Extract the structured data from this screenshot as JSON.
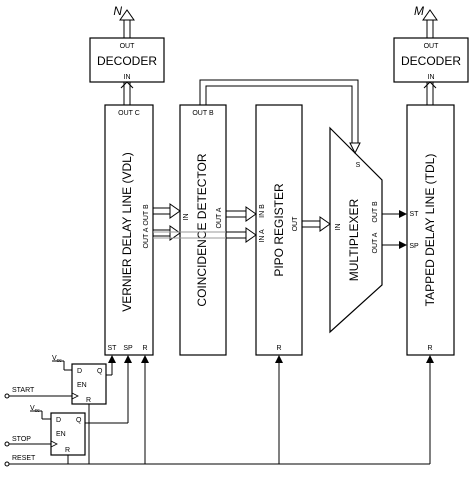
{
  "outputs": {
    "left": "N",
    "right": "M"
  },
  "decoder_left": {
    "title": "DECODER",
    "out": "OUT",
    "in": "IN"
  },
  "decoder_right": {
    "title": "DECODER",
    "out": "OUT",
    "in": "IN"
  },
  "vdl": {
    "title": "VERNIER DELAY LINE (VDL)",
    "out_c": "OUT C",
    "out_b": "OUT B",
    "out_a": "OUT A",
    "st": "ST",
    "sp": "SP",
    "r": "R"
  },
  "coincidence": {
    "title": "COINCIDENCE DETECTOR",
    "out_b": "OUT B",
    "in": "IN",
    "out_a": "OUT A"
  },
  "pipo": {
    "title": "PIPO REGISTER",
    "in_a": "IN A",
    "in_b": "IN B",
    "out": "OUT",
    "r": "R"
  },
  "mux": {
    "title": "MULTIPLEXER",
    "s": "S",
    "in": "IN",
    "out_b": "OUT B",
    "out_a": "OUT A"
  },
  "tdl": {
    "title": "TAPPED DELAY LINE (TDL)",
    "st": "ST",
    "sp": "SP",
    "r": "R"
  },
  "ff_start": {
    "d": "D",
    "q": "Q",
    "en": "EN",
    "r": "R",
    "vcc": "V",
    "vcc_sub": "cc"
  },
  "ff_stop": {
    "d": "D",
    "q": "Q",
    "en": "EN",
    "r": "R",
    "vcc": "V",
    "vcc_sub": "cc"
  },
  "inputs": {
    "start": "START",
    "stop": "STOP",
    "reset": "RESET"
  }
}
